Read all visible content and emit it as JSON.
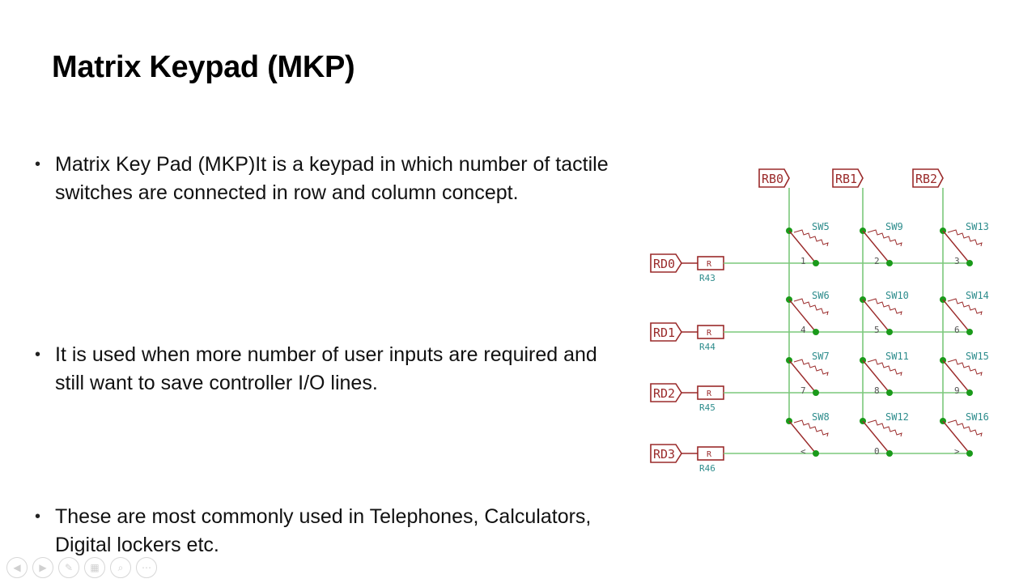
{
  "slide": {
    "title": "Matrix Keypad (MKP)",
    "bullets": [
      "Matrix Key Pad (MKP)It is a keypad in which number of tactile switches are connected in row and column concept.",
      "It is used when more number of user inputs are required and still want to save controller I/O lines.",
      "These are most commonly used in Telephones, Calculators, Digital lockers etc."
    ]
  },
  "circuit": {
    "column_ports": [
      "RB0",
      "RB1",
      "RB2"
    ],
    "row_ports": [
      "RD0",
      "RD1",
      "RD2",
      "RD3"
    ],
    "resistor_symbol": "R",
    "resistors": [
      "R43",
      "R44",
      "R45",
      "R46"
    ],
    "switches": [
      [
        "SW5",
        "SW9",
        "SW13"
      ],
      [
        "SW6",
        "SW10",
        "SW14"
      ],
      [
        "SW7",
        "SW11",
        "SW15"
      ],
      [
        "SW8",
        "SW12",
        "SW16"
      ]
    ],
    "keys": [
      [
        "1",
        "2",
        "3"
      ],
      [
        "4",
        "5",
        "6"
      ],
      [
        "7",
        "8",
        "9"
      ],
      [
        "<",
        "0",
        ">"
      ]
    ],
    "colors": {
      "wire": "#7cc87c",
      "junction": "#1a9a1a",
      "component": "#9a2a2a",
      "label": "#2d8c8c"
    }
  },
  "presenter_controls": [
    "previous-icon",
    "play-icon",
    "pen-icon",
    "slides-icon",
    "zoom-icon",
    "more-icon"
  ]
}
